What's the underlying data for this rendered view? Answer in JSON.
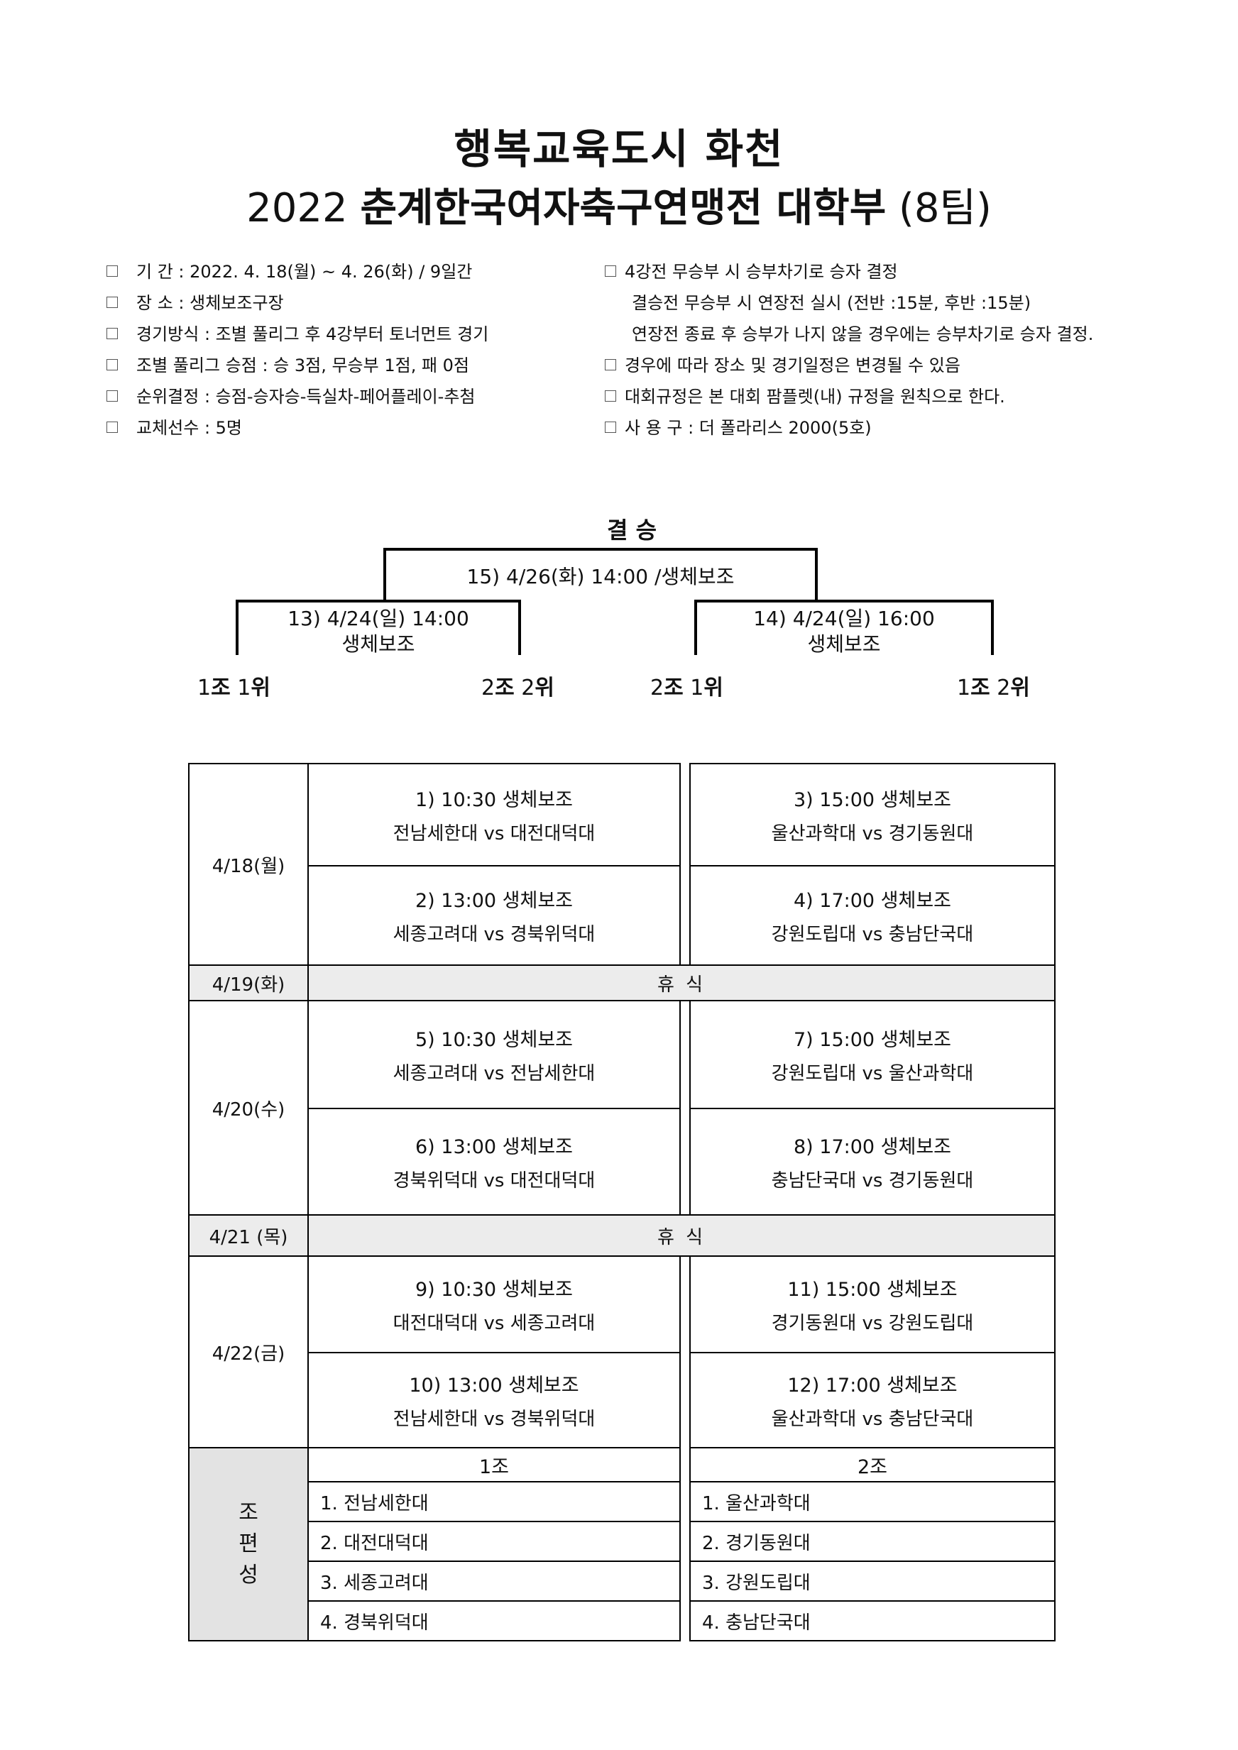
{
  "title": {
    "line1": "행복교육도시 화천",
    "line2_prefix": "2022",
    "line2_main": "춘계한국여자축구연맹전 대학부",
    "line2_suffix": "(8팀)"
  },
  "info_left": [
    "기      간 : 2022. 4. 18(월) ~ 4. 26(화) / 9일간",
    "장      소 : 생체보조구장",
    "경기방식 : 조별 풀리그 후 4강부터 토너먼트 경기",
    "조별 풀리그 승점 : 승 3점, 무승부 1점, 패 0점",
    "순위결정 : 승점-승자승-득실차-페어플레이-추첨",
    "교체선수 : 5명"
  ],
  "info_right": [
    "4강전 무승부 시 승부차기로 승자 결정",
    "결승전 무승부 시 연장전 실시 (전반 :15분, 후반 :15분)",
    "연장전 종료 후 승부가 나지 않을 경우에는 승부차기로 승자 결정.",
    "경우에 따라 장소 및 경기일정은 변경될 수 있음",
    "대회규정은 본 대회 팜플렛(내) 규정을 원칙으로 한다.",
    "사 용 구 : 더 폴라리스 2000(5호)"
  ],
  "bracket": {
    "final_label": "결  승",
    "final_match": "15) 4/26(화) 14:00 /생체보조",
    "semi_left": {
      "time": "13) 4/24(일) 14:00",
      "venue": "생체보조"
    },
    "semi_right": {
      "time": "14) 4/24(일) 16:00",
      "venue": "생체보조"
    },
    "seeds": [
      {
        "num1": "1",
        "grp": "조",
        "num2": "1",
        "pos": "위"
      },
      {
        "num1": "2",
        "grp": "조",
        "num2": "2",
        "pos": "위"
      },
      {
        "num1": "2",
        "grp": "조",
        "num2": "1",
        "pos": "위"
      },
      {
        "num1": "1",
        "grp": "조",
        "num2": "2",
        "pos": "위"
      }
    ]
  },
  "schedule": {
    "days": [
      {
        "date": "4/18(월)",
        "matches": [
          {
            "left_head": "1) 10:30 생체보조",
            "left_teams": "전남세한대 vs 대전대덕대",
            "right_head": "3) 15:00 생체보조",
            "right_teams": "울산과학대 vs 경기동원대"
          },
          {
            "left_head": "2) 13:00 생체보조",
            "left_teams": "세종고려대 vs 경북위덕대",
            "right_head": "4) 17:00 생체보조",
            "right_teams": "강원도립대 vs 충남단국대"
          }
        ]
      },
      {
        "date": "4/19(화)",
        "rest": "휴     식"
      },
      {
        "date": "4/20(수)",
        "matches": [
          {
            "left_head": "5) 10:30 생체보조",
            "left_teams": "세종고려대 vs 전남세한대",
            "right_head": "7) 15:00 생체보조",
            "right_teams": "강원도립대 vs 울산과학대"
          },
          {
            "left_head": "6) 13:00 생체보조",
            "left_teams": "경북위덕대 vs 대전대덕대",
            "right_head": "8) 17:00 생체보조",
            "right_teams": "충남단국대 vs 경기동원대"
          }
        ]
      },
      {
        "date": "4/21 (목)",
        "rest": "휴     식"
      },
      {
        "date": "4/22(금)",
        "matches": [
          {
            "left_head": "9) 10:30 생체보조",
            "left_teams": "대전대덕대 vs 세종고려대",
            "right_head": "11) 15:00 생체보조",
            "right_teams": "경기동원대 vs 강원도립대"
          },
          {
            "left_head": "10) 13:00 생체보조",
            "left_teams": "전남세한대 vs 경북위덕대",
            "right_head": "12) 17:00 생체보조",
            "right_teams": "울산과학대 vs 충남단국대"
          }
        ]
      }
    ]
  },
  "groups": {
    "side_label": [
      "조",
      "편",
      "성"
    ],
    "group1": {
      "name": "1조",
      "teams": [
        "1. 전남세한대",
        "2. 대전대덕대",
        "3. 세종고려대",
        "4. 경북위덕대"
      ]
    },
    "group2": {
      "name": "2조",
      "teams": [
        "1. 울산과학대",
        "2. 경기동원대",
        "3. 강원도립대",
        "4. 충남단국대"
      ]
    }
  }
}
